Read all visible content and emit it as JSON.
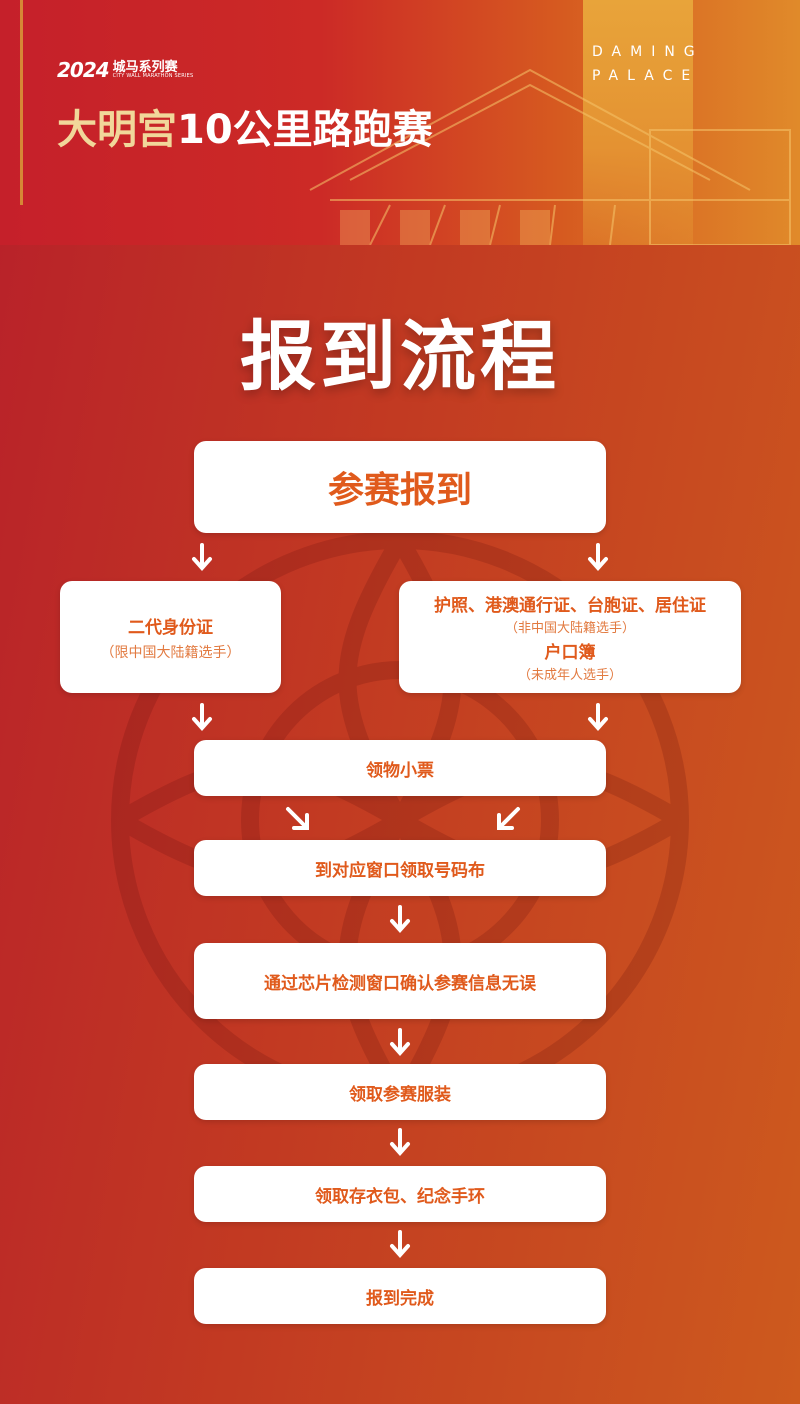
{
  "banner": {
    "series_year": "2024",
    "series_cn": "城马系列赛",
    "series_en": "CITY WALL MARATHON SERIES",
    "title_gold": "大明宫",
    "title_white": "10公里路跑赛",
    "daming_line1": "DAMING",
    "daming_line2": "PALACE"
  },
  "heading": "报到流程",
  "flow": {
    "start": "参赛报到",
    "left": {
      "title": "二代身份证",
      "note": "（限中国大陆籍选手）"
    },
    "right": {
      "title": "护照、港澳通行证、台胞证、居住证",
      "note": "（非中国大陆籍选手）",
      "title2": "户口簿",
      "note2": "（未成年人选手）"
    },
    "steps": [
      "领物小票",
      "到对应窗口领取号码布",
      "通过芯片检测窗口确认参赛信息无误",
      "领取参赛服装",
      "领取存衣包、纪念手环",
      "报到完成"
    ]
  },
  "colors": {
    "accent": "#e05a1c",
    "gold": "#f1d79a",
    "bg_left": "#b8202a",
    "bg_right": "#cd5a1e"
  }
}
